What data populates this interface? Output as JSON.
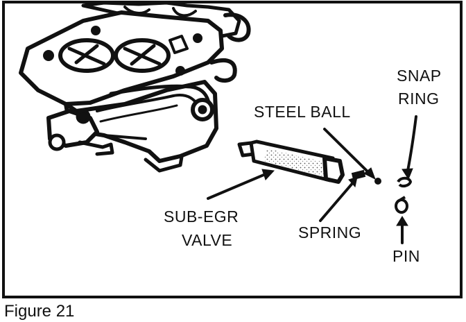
{
  "labels": {
    "snap_ring_line1": "SNAP",
    "snap_ring_line2": "RING",
    "steel_ball": "STEEL BALL",
    "sub_egr_line1": "SUB-EGR",
    "sub_egr_line2": "VALVE",
    "spring": "SPRING",
    "pin": "PIN"
  },
  "caption": "Figure 21",
  "colors": {
    "ink": "#111111",
    "paper": "#ffffff"
  }
}
